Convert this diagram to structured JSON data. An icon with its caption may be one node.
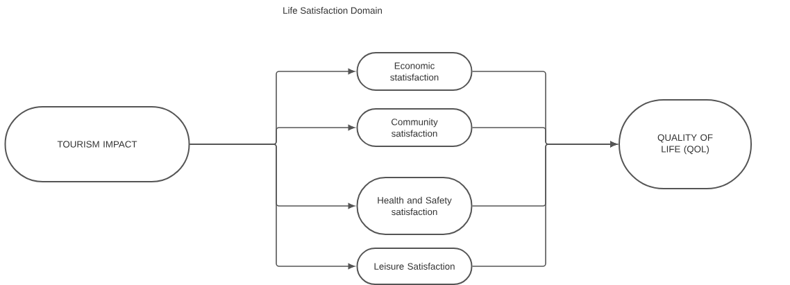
{
  "diagram": {
    "title": "Life Satisfaction Domain",
    "nodes": [
      {
        "text": [
          "TOURISM IMPACT"
        ]
      },
      {
        "text": [
          "Economic statisfaction"
        ]
      },
      {
        "text": [
          "Community satisfaction"
        ]
      },
      {
        "text": [
          "Health and Safety satisfaction"
        ]
      },
      {
        "text": [
          "Leisure Satisfaction"
        ]
      },
      {
        "text": [
          "QUALITY OF LIFE (QOL)"
        ]
      }
    ],
    "edges": [
      {
        "from": 0,
        "to": 1,
        "arrow": "to"
      },
      {
        "from": 0,
        "to": 2,
        "arrow": "to"
      },
      {
        "from": 0,
        "to": 3,
        "arrow": "to"
      },
      {
        "from": 0,
        "to": 4,
        "arrow": "to"
      },
      {
        "from": 1,
        "to": 5,
        "arrow": "to"
      },
      {
        "from": 2,
        "to": 5,
        "arrow": "to"
      },
      {
        "from": 3,
        "to": 5,
        "arrow": "to"
      },
      {
        "from": 4,
        "to": 5,
        "arrow": "to"
      }
    ]
  }
}
